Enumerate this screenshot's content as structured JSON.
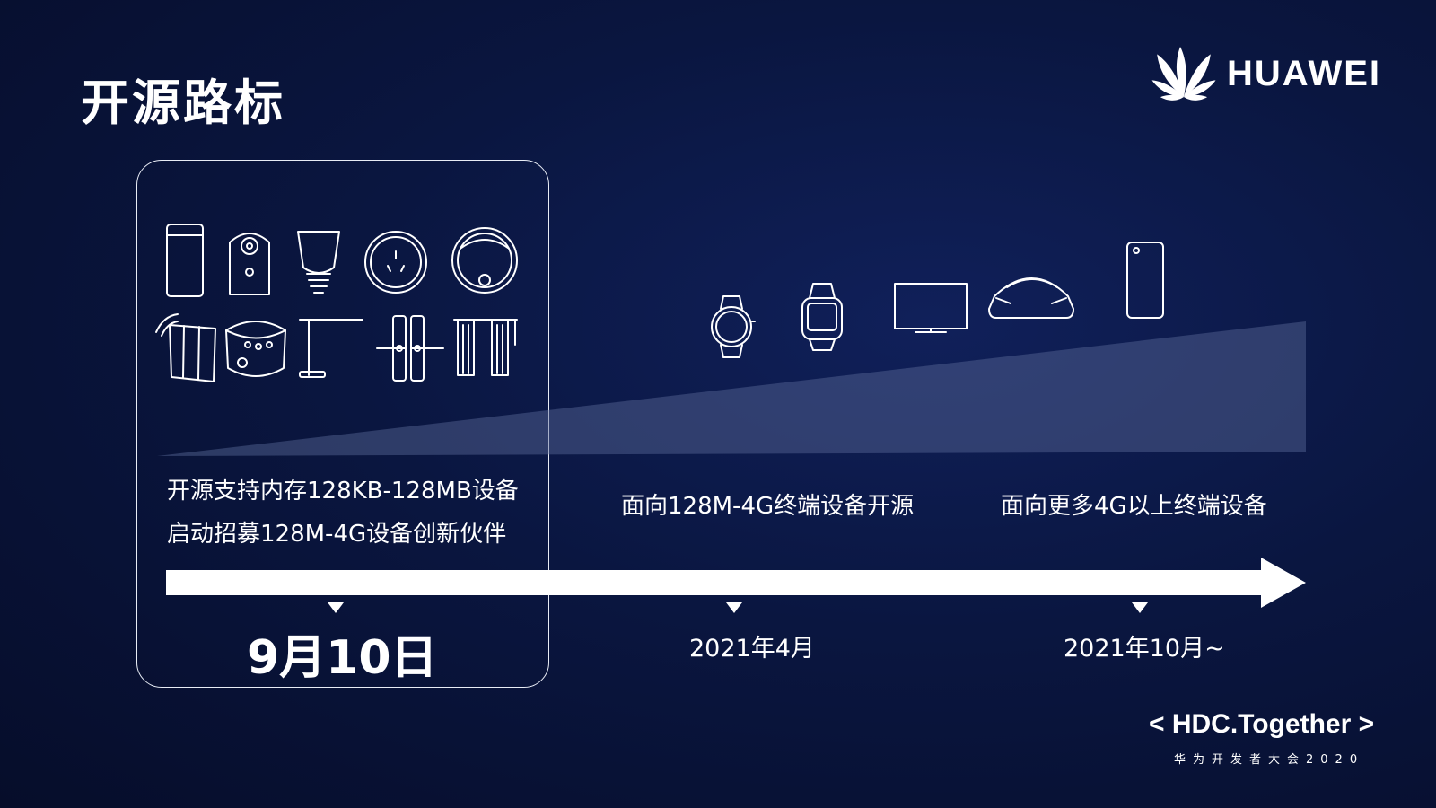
{
  "title": "开源路标",
  "brand": {
    "name": "HUAWEI",
    "color": "#ffffff"
  },
  "milestones": [
    {
      "lines": [
        "开源支持内存128KB-128MB设备",
        "启动招募128M-4G设备创新伙伴"
      ],
      "date": "9月10日"
    },
    {
      "lines": [
        "面向128M-4G终端设备开源"
      ],
      "date": "2021年4月"
    },
    {
      "lines": [
        "面向更多4G以上终端设备"
      ],
      "date": "2021年10月~"
    }
  ],
  "icons": {
    "group1": [
      "router-icon",
      "camera-icon",
      "bulb-icon",
      "smart-plug-icon",
      "robot-vacuum-icon",
      "wall-switch-icon",
      "rice-cooker-icon",
      "desk-lamp-icon",
      "door-lock-icon",
      "curtain-icon"
    ],
    "group2": [
      "smartwatch-round-icon",
      "smartwatch-square-icon",
      "tv-icon",
      "car-icon",
      "phone-icon"
    ]
  },
  "footer": {
    "event": "< HDC.Together >",
    "subtitle": "华为开发者大会2020"
  },
  "colors": {
    "background": "#0a1640",
    "foreground": "#ffffff",
    "wedge": "#5a6a9a"
  }
}
